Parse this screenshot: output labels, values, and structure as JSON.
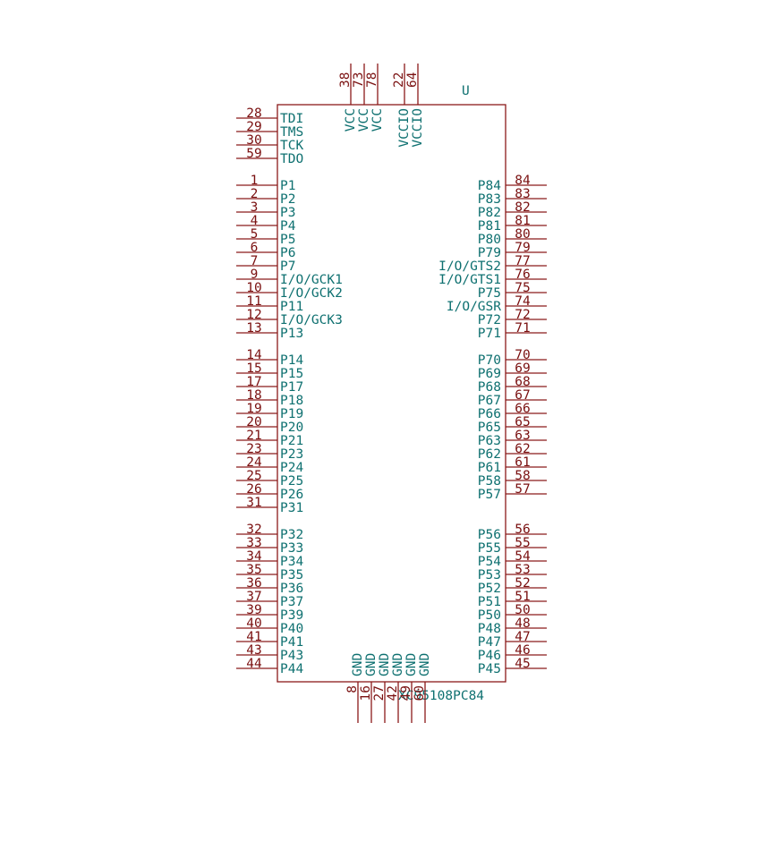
{
  "component": {
    "reference": "U",
    "value": "XC95108PC84"
  },
  "colors": {
    "outline": "#8b1a1a",
    "pin_number": "#7a1010",
    "pin_name": "#0e7070",
    "background": "#ffffff"
  },
  "pins": {
    "left": [
      {
        "num": "28",
        "name": "TDI"
      },
      {
        "num": "29",
        "name": "TMS"
      },
      {
        "num": "30",
        "name": "TCK"
      },
      {
        "num": "59",
        "name": "TDO"
      },
      {
        "num": "1",
        "name": "P1"
      },
      {
        "num": "2",
        "name": "P2"
      },
      {
        "num": "3",
        "name": "P3"
      },
      {
        "num": "4",
        "name": "P4"
      },
      {
        "num": "5",
        "name": "P5"
      },
      {
        "num": "6",
        "name": "P6"
      },
      {
        "num": "7",
        "name": "P7"
      },
      {
        "num": "9",
        "name": "I/O/GCK1"
      },
      {
        "num": "10",
        "name": "I/O/GCK2"
      },
      {
        "num": "11",
        "name": "P11"
      },
      {
        "num": "12",
        "name": "I/O/GCK3"
      },
      {
        "num": "13",
        "name": "P13"
      },
      {
        "num": "14",
        "name": "P14"
      },
      {
        "num": "15",
        "name": "P15"
      },
      {
        "num": "17",
        "name": "P17"
      },
      {
        "num": "18",
        "name": "P18"
      },
      {
        "num": "19",
        "name": "P19"
      },
      {
        "num": "20",
        "name": "P20"
      },
      {
        "num": "21",
        "name": "P21"
      },
      {
        "num": "23",
        "name": "P23"
      },
      {
        "num": "24",
        "name": "P24"
      },
      {
        "num": "25",
        "name": "P25"
      },
      {
        "num": "26",
        "name": "P26"
      },
      {
        "num": "31",
        "name": "P31"
      },
      {
        "num": "32",
        "name": "P32"
      },
      {
        "num": "33",
        "name": "P33"
      },
      {
        "num": "34",
        "name": "P34"
      },
      {
        "num": "35",
        "name": "P35"
      },
      {
        "num": "36",
        "name": "P36"
      },
      {
        "num": "37",
        "name": "P37"
      },
      {
        "num": "39",
        "name": "P39"
      },
      {
        "num": "40",
        "name": "P40"
      },
      {
        "num": "41",
        "name": "P41"
      },
      {
        "num": "43",
        "name": "P43"
      },
      {
        "num": "44",
        "name": "P44"
      }
    ],
    "right": [
      {
        "num": "84",
        "name": "P84"
      },
      {
        "num": "83",
        "name": "P83"
      },
      {
        "num": "82",
        "name": "P82"
      },
      {
        "num": "81",
        "name": "P81"
      },
      {
        "num": "80",
        "name": "P80"
      },
      {
        "num": "79",
        "name": "P79"
      },
      {
        "num": "77",
        "name": "I/O/GTS2"
      },
      {
        "num": "76",
        "name": "I/O/GTS1"
      },
      {
        "num": "75",
        "name": "P75"
      },
      {
        "num": "74",
        "name": "I/O/GSR"
      },
      {
        "num": "72",
        "name": "P72"
      },
      {
        "num": "71",
        "name": "P71"
      },
      {
        "num": "70",
        "name": "P70"
      },
      {
        "num": "69",
        "name": "P69"
      },
      {
        "num": "68",
        "name": "P68"
      },
      {
        "num": "67",
        "name": "P67"
      },
      {
        "num": "66",
        "name": "P66"
      },
      {
        "num": "65",
        "name": "P65"
      },
      {
        "num": "63",
        "name": "P63"
      },
      {
        "num": "62",
        "name": "P62"
      },
      {
        "num": "61",
        "name": "P61"
      },
      {
        "num": "58",
        "name": "P58"
      },
      {
        "num": "57",
        "name": "P57"
      },
      {
        "num": "56",
        "name": "P56"
      },
      {
        "num": "55",
        "name": "P55"
      },
      {
        "num": "54",
        "name": "P54"
      },
      {
        "num": "53",
        "name": "P53"
      },
      {
        "num": "52",
        "name": "P52"
      },
      {
        "num": "51",
        "name": "P51"
      },
      {
        "num": "50",
        "name": "P50"
      },
      {
        "num": "48",
        "name": "P48"
      },
      {
        "num": "47",
        "name": "P47"
      },
      {
        "num": "46",
        "name": "P46"
      },
      {
        "num": "45",
        "name": "P45"
      }
    ],
    "top": [
      {
        "num": "38",
        "name": "VCC"
      },
      {
        "num": "73",
        "name": "VCC"
      },
      {
        "num": "78",
        "name": "VCC"
      },
      {
        "num": "22",
        "name": "VCCIO"
      },
      {
        "num": "64",
        "name": "VCCIO"
      }
    ],
    "bottom": [
      {
        "num": "8",
        "name": "GND"
      },
      {
        "num": "16",
        "name": "GND"
      },
      {
        "num": "27",
        "name": "GND"
      },
      {
        "num": "42",
        "name": "GND"
      },
      {
        "num": "49",
        "name": "GND"
      },
      {
        "num": "60",
        "name": "GND"
      }
    ]
  }
}
